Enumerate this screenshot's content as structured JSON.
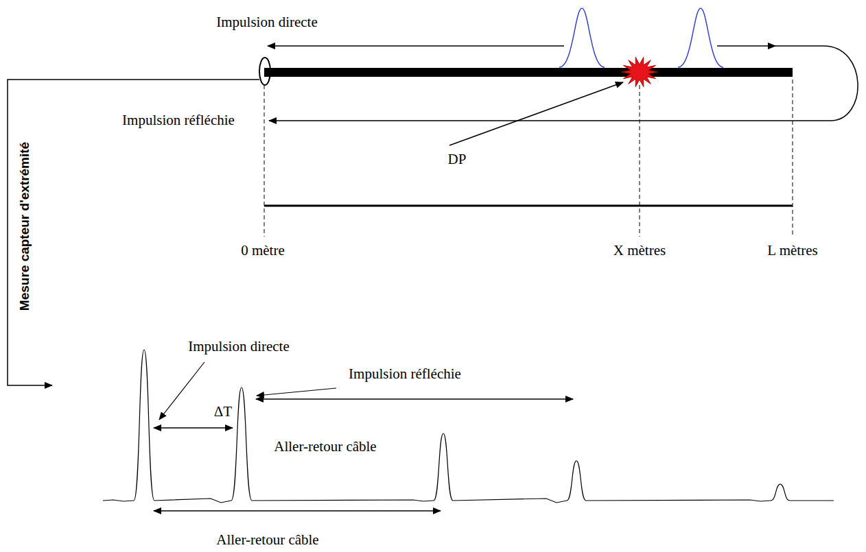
{
  "diagram": {
    "labels": [
      "Impulsion directe",
      "Impulsion réfléchie",
      "DP",
      "0 mètre",
      "X mètres",
      "L mètres",
      "Mesure capteur d'extrémité",
      "Impulsion directe",
      "Impulsion réfléchie",
      "ΔT",
      "Aller-retour câble",
      "Aller-retour câble"
    ]
  }
}
